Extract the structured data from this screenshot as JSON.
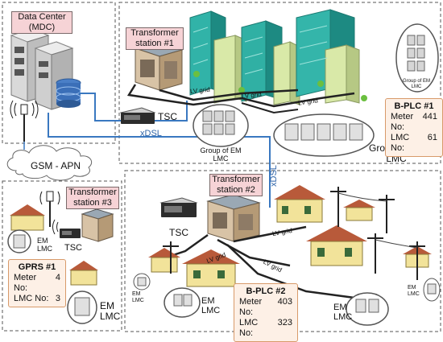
{
  "data_center": {
    "line1": "Data Center",
    "line2": "(MDC)"
  },
  "transformer1": {
    "line1": "Transformer",
    "line2": "station #1"
  },
  "transformer2": {
    "line1": "Transformer",
    "line2": "station #2"
  },
  "transformer3": {
    "line1": "Transformer",
    "line2": "station #3"
  },
  "labels": {
    "tsc": "TSC",
    "xdsl": "xDSL",
    "lv_grid": "LV grid",
    "group_em_lmc_small_1": "Group of EM",
    "group_em_lmc_small_2": "LMC",
    "group_em_lmc_1": "Group of EM",
    "group_em_lmc_2": "LMC",
    "group_em_lmc_large_1": "Group of EM",
    "group_em_lmc_large_2": "LMC",
    "gsm_apn": "GSM - APN",
    "em": "EM",
    "lmc": "LMC"
  },
  "bplc1": {
    "title": "B-PLC #1",
    "meter_label": "Meter No:",
    "meter_value": "441",
    "lmc_label": "LMC No:",
    "lmc_value": "61"
  },
  "bplc2": {
    "title": "B-PLC #2",
    "meter_label": "Meter No:",
    "meter_value": "403",
    "lmc_label": "LMC No:",
    "lmc_value": "323"
  },
  "gprs1": {
    "title": "GPRS #1",
    "meter_label": "Meter No:",
    "meter_value": "4",
    "lmc_label": "LMC No:",
    "lmc_value": "3"
  },
  "colors": {
    "link_blue": "#3a78c0",
    "pink_box": "#f6d3d6",
    "info_border": "#d89a6a",
    "building_teal": "#2fa39a",
    "cable": "#222222"
  }
}
